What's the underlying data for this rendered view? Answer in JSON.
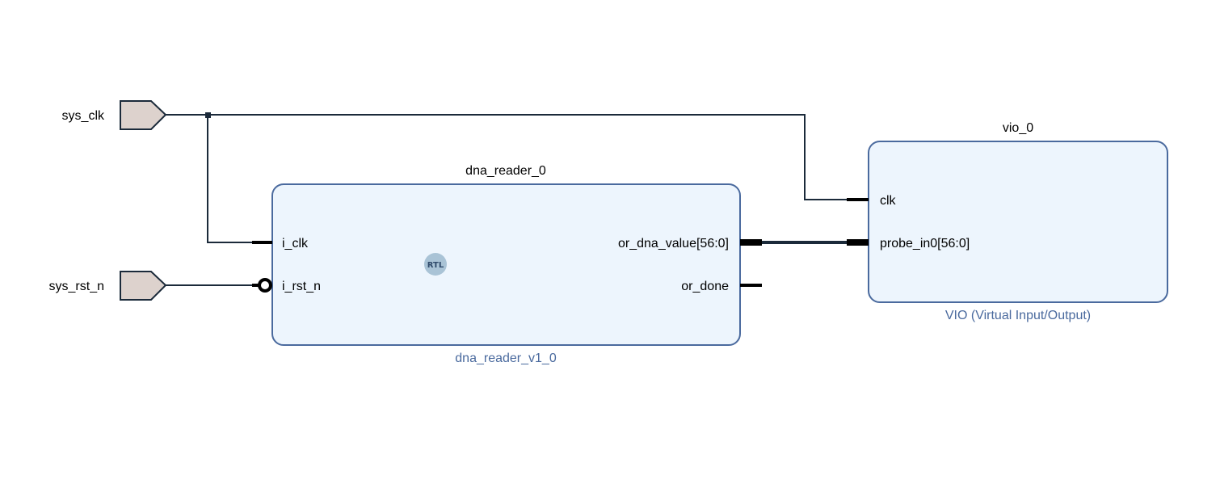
{
  "ports": {
    "sys_clk": "sys_clk",
    "sys_rst_n": "sys_rst_n"
  },
  "dna_reader": {
    "instance": "dna_reader_0",
    "module": "dna_reader_v1_0",
    "badge": "RTL",
    "pins": {
      "i_clk": "i_clk",
      "i_rst_n": "i_rst_n",
      "or_dna_value": "or_dna_value[56:0]",
      "or_done": "or_done"
    }
  },
  "vio": {
    "instance": "vio_0",
    "module": "VIO (Virtual Input/Output)",
    "pins": {
      "clk": "clk",
      "probe_in0": "probe_in0[56:0]"
    }
  },
  "colors": {
    "block_fill": "#edf5fd",
    "block_stroke": "#4a6a9e",
    "port_fill": "#ddd2cd",
    "wire": "#1b2a3a",
    "module_text": "#4a6a9e"
  }
}
